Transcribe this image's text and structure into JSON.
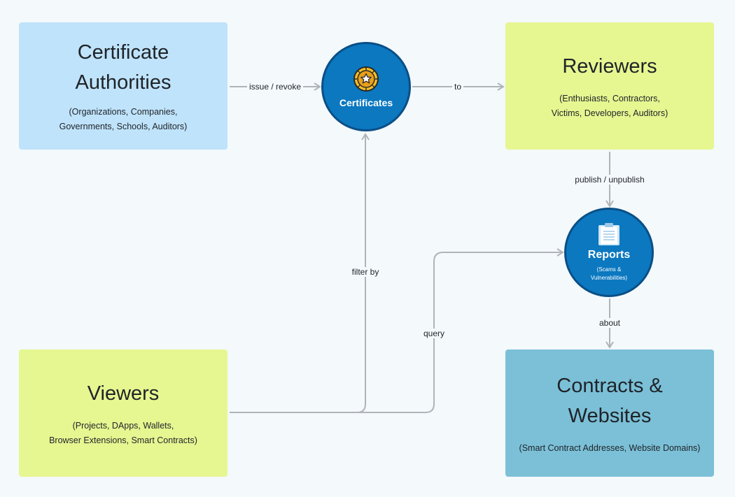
{
  "nodes": {
    "certificate_authorities": {
      "title": "Certificate\nAuthorities",
      "subtitle": "(Organizations, Companies,\nGovernments, Schools, Auditors)"
    },
    "reviewers": {
      "title": "Reviewers",
      "subtitle": "(Enthusiasts, Contractors,\nVictims, Developers, Auditors)"
    },
    "viewers": {
      "title": "Viewers",
      "subtitle": "(Projects, DApps, Wallets,\nBrowser Extensions, Smart Contracts)"
    },
    "contracts_websites": {
      "title": "Contracts &\nWebsites",
      "subtitle": "(Smart Contract Addresses, Website Domains)"
    },
    "certificates": {
      "label": "Certificates",
      "icon": "medal-star-icon"
    },
    "reports": {
      "label": "Reports",
      "subtitle": "(Scams &\nVulnerabilities)",
      "icon": "clipboard-icon"
    }
  },
  "edges": {
    "issue_revoke": "issue / revoke",
    "to": "to",
    "publish_unpublish": "publish / unpublish",
    "filter_by": "filter by",
    "query": "query",
    "about": "about"
  },
  "colors": {
    "background": "#f4f9fc",
    "blue_box": "#bfe3fb",
    "yellow_box": "#e6f691",
    "teal_box": "#7bc0d7",
    "circle_fill": "#0b78c0",
    "circle_border": "#0a4f86",
    "edge": "#b0b4b8"
  }
}
